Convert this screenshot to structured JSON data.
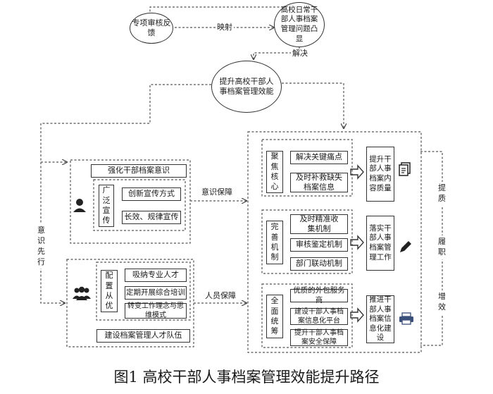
{
  "nodes": {
    "special_review": "专项审核反馈",
    "daily_issues": "高校日常干部人事档案管理问题凸显",
    "improve_efficiency": "提升高校干部人事档案管理效能",
    "strengthen_awareness": "强化干部档案意识",
    "wide_publicity": "广泛宣传",
    "innovate_publicity": "创新宣传方式",
    "long_term_publicity": "长效、规律宣传",
    "staffing": "配置从优",
    "recruit_talent": "吸纳专业人才",
    "regular_training": "定期开展综合培训",
    "transform_concepts": "转变工作理念与思维模式",
    "build_team": "建设档案管理人才队伍",
    "focus_core": "聚焦核心",
    "solve_pain_points": "解决关键痛点",
    "fill_missing": "及时补救缺失档案信息",
    "improve_content_quality": "提升干部人事档案内容质量",
    "improve_mechanism": "完善机制",
    "timely_collection": "及时精准收集机制",
    "review_mechanism": "审核鉴定机制",
    "dept_linkage": "部门联动机制",
    "implement_work": "落实干部人事档案管理工作",
    "overall_planning": "全面统筹",
    "outsourcing": "优质的外包服务商",
    "info_platform": "建设干部人事档案信息化平台",
    "security": "提升干部人事档案安全保障",
    "promote_informatization": "推进干部人事档案信息化建设"
  },
  "edges": {
    "mapping": "映射",
    "solve": "解决",
    "awareness_guarantee": "意识保障",
    "personnel_guarantee": "人员保障",
    "awareness_first": "意识先行",
    "quality": "提质",
    "performance": "履职",
    "efficiency": "增效"
  },
  "caption": "图1 高校干部人事档案管理效能提升路径",
  "icons": {
    "awareness": "person-icon",
    "personnel": "group-icon",
    "quality": "document-icon",
    "performance": "pencil-icon",
    "efficiency": "printer-icon"
  }
}
